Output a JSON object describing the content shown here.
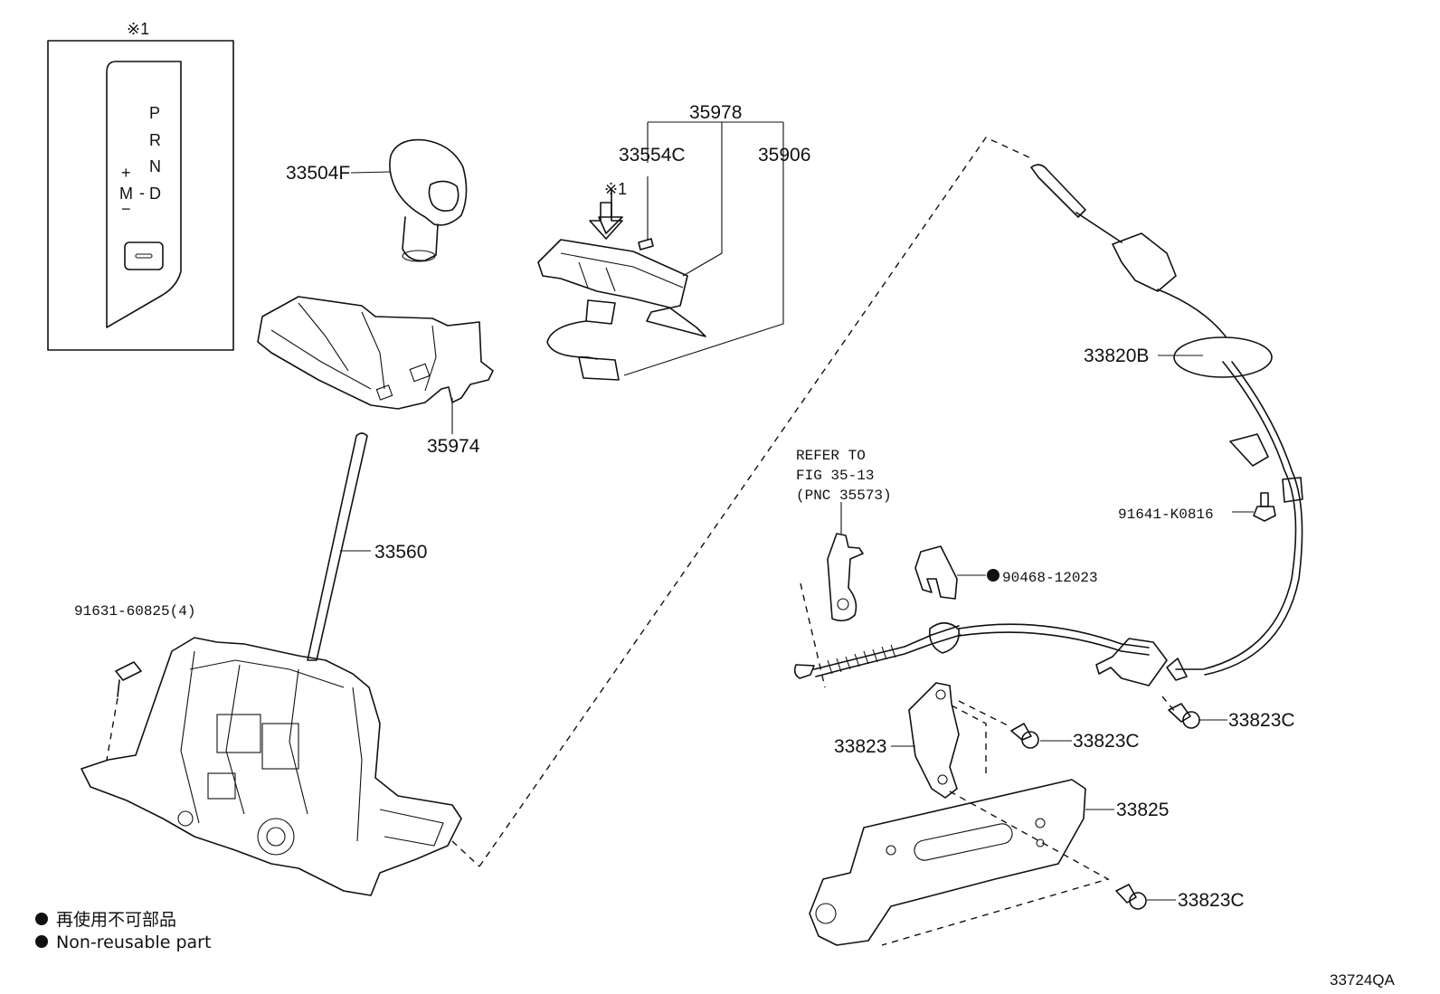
{
  "labels": {
    "note_ref_top": "※1",
    "note_ref_arrow": "※1",
    "knob": "33504F",
    "bezel": "35974",
    "shift_lever": "33560",
    "screw": "91631-60825(4)",
    "indicator_assy": "35978",
    "bulb_socket": "33554C",
    "wire": "35906",
    "control_cable": "33820B",
    "cable_bolt": "91641-K0816",
    "clip": "90468-12023",
    "bracket": "33823",
    "bracket_bolt_1": "33823C",
    "bracket_bolt_2": "33823C",
    "bracket_bolt_3": "33823C",
    "retainer": "33825",
    "refer_line1": "REFER TO",
    "refer_line2": "FIG 35-13",
    "refer_line3": "(PNC 35573)"
  },
  "indicator_panel": {
    "p": "P",
    "r": "R",
    "n": "N",
    "d": "D",
    "m": "M",
    "plus": "+",
    "minus": "−",
    "dash": "-"
  },
  "legend": {
    "jp": "再使用不可部品",
    "en": "Non-reusable part"
  },
  "figure_id": "33724QA"
}
